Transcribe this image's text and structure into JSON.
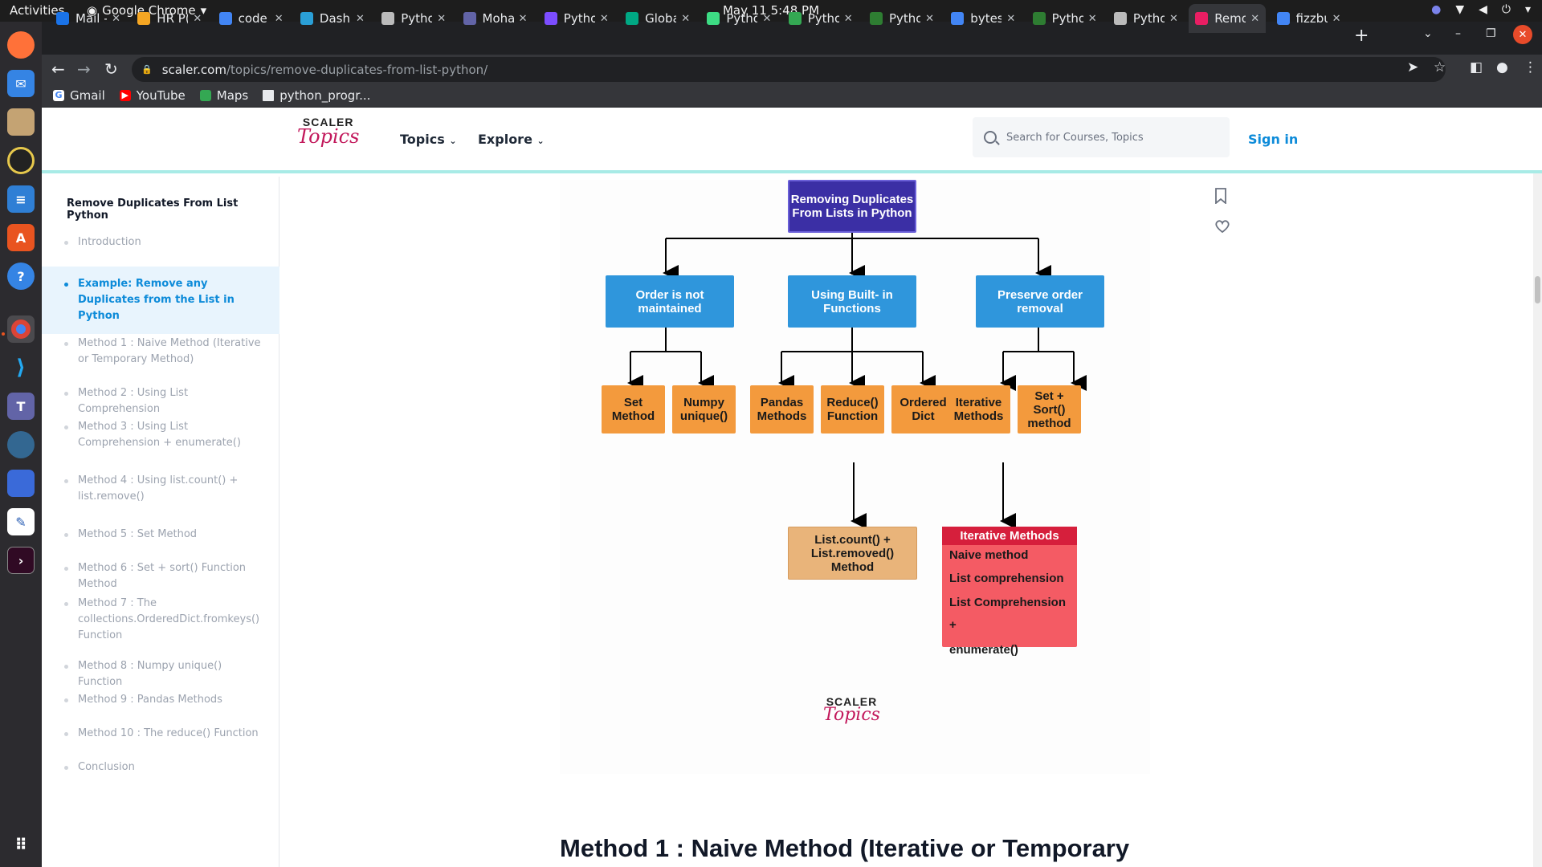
{
  "system": {
    "activities": "Activities",
    "app_name": "Google Chrome",
    "datetime": "May 11  5:48 PM"
  },
  "tabs": [
    {
      "title": "Mail -",
      "color": "#1a73e8"
    },
    {
      "title": "HR P(",
      "color": "#f5a623"
    },
    {
      "title": "code",
      "color": "#4285f4"
    },
    {
      "title": "Dashl",
      "color": "#2a9fd6"
    },
    {
      "title": "Pytho",
      "color": "#bbbbbb"
    },
    {
      "title": "Moha",
      "color": "#6264a7"
    },
    {
      "title": "Pytho",
      "color": "#7c4dff"
    },
    {
      "title": "Globa",
      "color": "#00a884"
    },
    {
      "title": "Pytho",
      "color": "#3ddc84"
    },
    {
      "title": "Pytho",
      "color": "#34a853"
    },
    {
      "title": "Pytho",
      "color": "#2e7d32"
    },
    {
      "title": "bytes",
      "color": "#4285f4"
    },
    {
      "title": "Pytho",
      "color": "#2e7d32"
    },
    {
      "title": "Pytho",
      "color": "#bbbbbb"
    },
    {
      "title": "Remo",
      "color": "#e91e63"
    },
    {
      "title": "fizzbu",
      "color": "#4285f4"
    }
  ],
  "address": {
    "domain": "scaler.com",
    "path": "/topics/remove-duplicates-from-list-python/"
  },
  "bookmarks": [
    "Gmail",
    "YouTube",
    "Maps",
    "python_progr..."
  ],
  "site": {
    "logo_top": "SCALER",
    "logo_bottom": "Topics",
    "nav_topics": "Topics",
    "nav_explore": "Explore",
    "search_placeholder": "Search for Courses, Topics",
    "signin": "Sign in"
  },
  "sidebar": {
    "title": "Remove Duplicates From List Python",
    "items": [
      "Introduction",
      "Example: Remove any Duplicates from the List in Python",
      "Method 1 : Naive Method (Iterative or Temporary Method)",
      "Method 2 : Using List Comprehension",
      "Method 3 : Using List Comprehension + enumerate()",
      "Method 4 : Using list.count() + list.remove()",
      "Method 5 : Set Method",
      "Method 6 : Set + sort() Function Method",
      "Method 7 : The collections.OrderedDict.fromkeys() Function",
      "Method 8 : Numpy unique() Function",
      "Method 9 : Pandas Methods",
      "Method 10 : The reduce() Function",
      "Conclusion"
    ],
    "active_index": 1
  },
  "diagram": {
    "root": "Removing Duplicates From Lists in Python",
    "branches": [
      "Order is not maintained",
      "Using Built- in Functions",
      "Preserve order removal"
    ],
    "leaves": [
      "Set Method",
      "Numpy unique()",
      "Pandas Methods",
      "Reduce() Function",
      "Ordered Dict",
      "Iterative Methods",
      "Set + Sort() method"
    ],
    "count_box": "List.count() + List.removed() Method",
    "iterative": {
      "header": "Iterative Methods",
      "lines": [
        "Naive method",
        "List comprehension",
        "List Comprehension +",
        "enumerate()"
      ]
    }
  },
  "heading": "Method 1 : Naive Method (Iterative or Temporary",
  "colors": {
    "accent": "#0d8bd9",
    "brand": "#c2185b",
    "root": "#3b2fa5",
    "branch": "#2f96dc",
    "leaf": "#f39a3d",
    "red": "#f45b64"
  }
}
